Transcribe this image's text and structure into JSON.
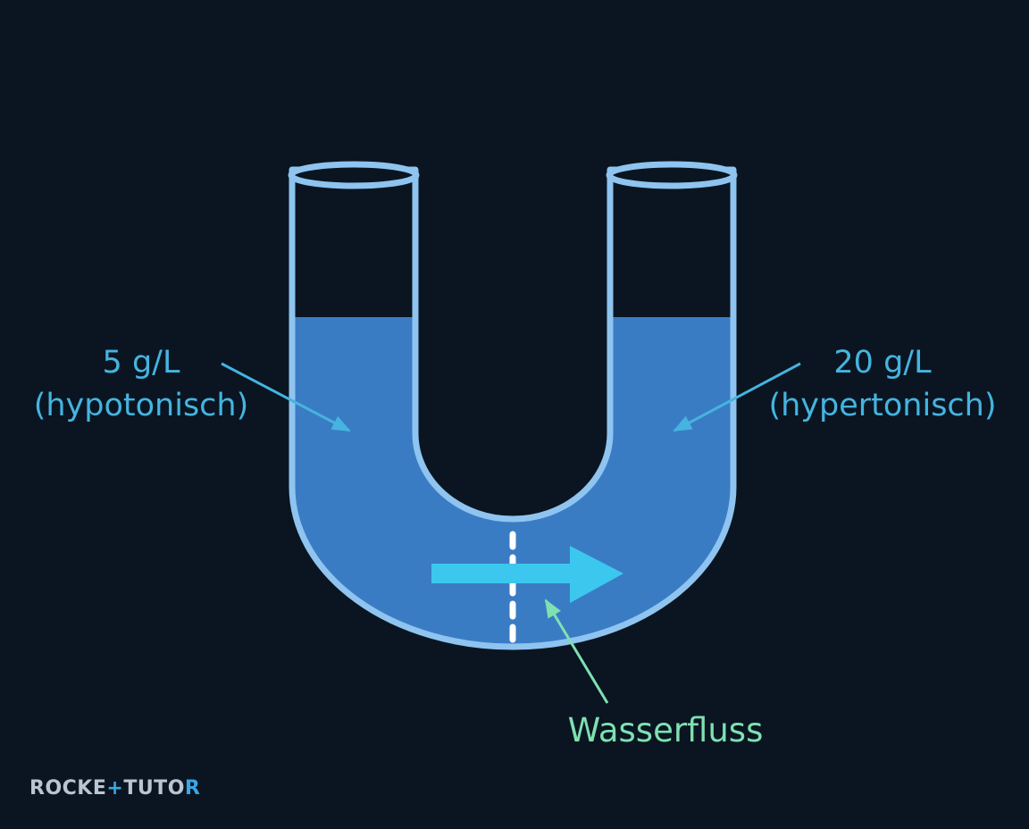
{
  "labels": {
    "left_concentration": "5 g/L",
    "left_type": "(hypotonisch)",
    "right_concentration": "20 g/L",
    "right_type": "(hypertonisch)",
    "flow": "Wasserfluss"
  },
  "logo": {
    "text_part1": "ROCKE",
    "text_plus": "+",
    "text_part2": "TUTO",
    "text_end": "R"
  },
  "colors": {
    "background": "#0a1521",
    "tube_outline": "#8ec4ef",
    "water": "#3a7cc4",
    "label": "#45b4e0",
    "flow_arrow": "#3cc7ee",
    "flow_label": "#7fe0b2",
    "membrane": "#ffffff",
    "logo_text": "#b9c5d1",
    "logo_accent": "#3aa6e6"
  },
  "icons": {
    "flow_arrow": "arrow-right-icon",
    "pointer": "pointer-arrow-icon"
  }
}
